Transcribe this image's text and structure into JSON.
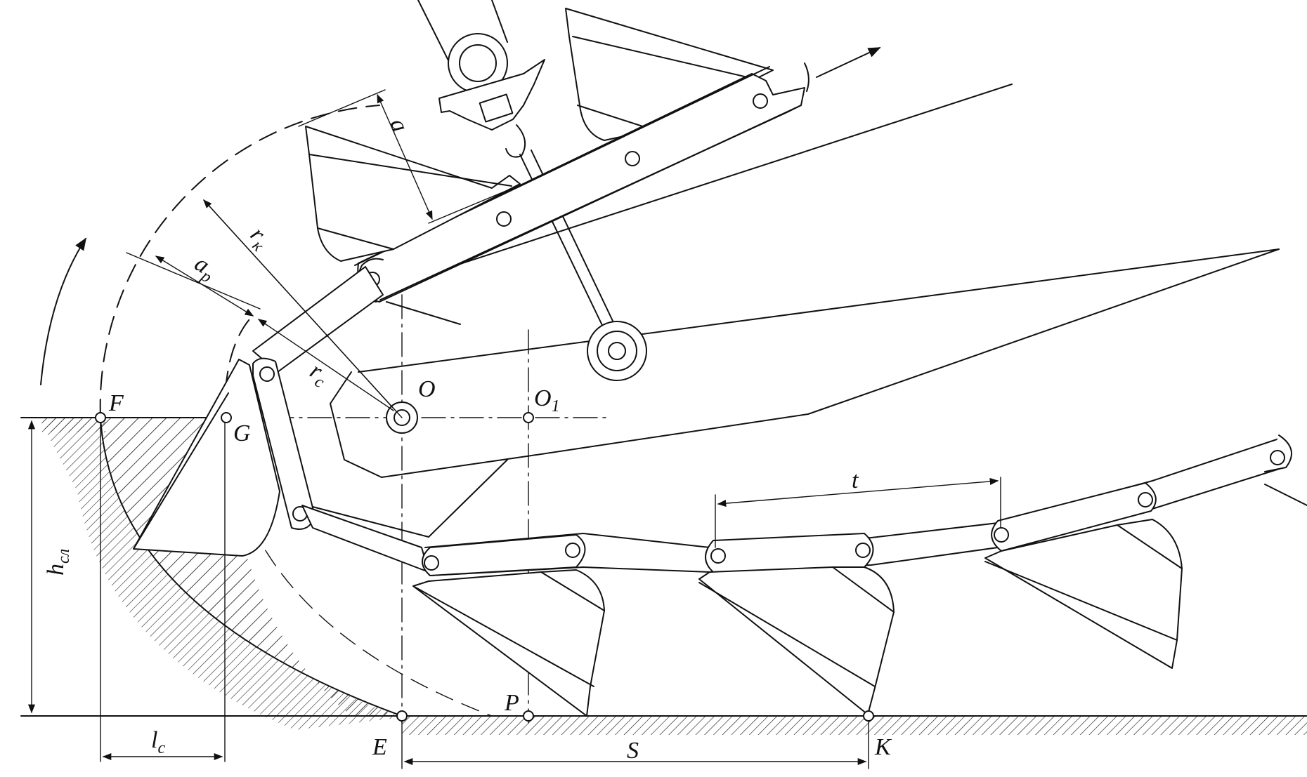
{
  "labels": {
    "F": "F",
    "G": "G",
    "O": "O",
    "O1": "O",
    "O1_sub": "1",
    "E": "E",
    "P": "P",
    "K": "K",
    "t": "t",
    "S": "S",
    "a": "a",
    "ap": "a",
    "ap_sub": "p",
    "rk": "r",
    "rk_sub": "к",
    "rc": "r",
    "rc_sub": "c",
    "lc": "l",
    "lc_sub": "c",
    "hsl": "h",
    "hsl_sub": "сл"
  },
  "colors": {
    "ink": "#111111",
    "background": "#ffffff"
  }
}
